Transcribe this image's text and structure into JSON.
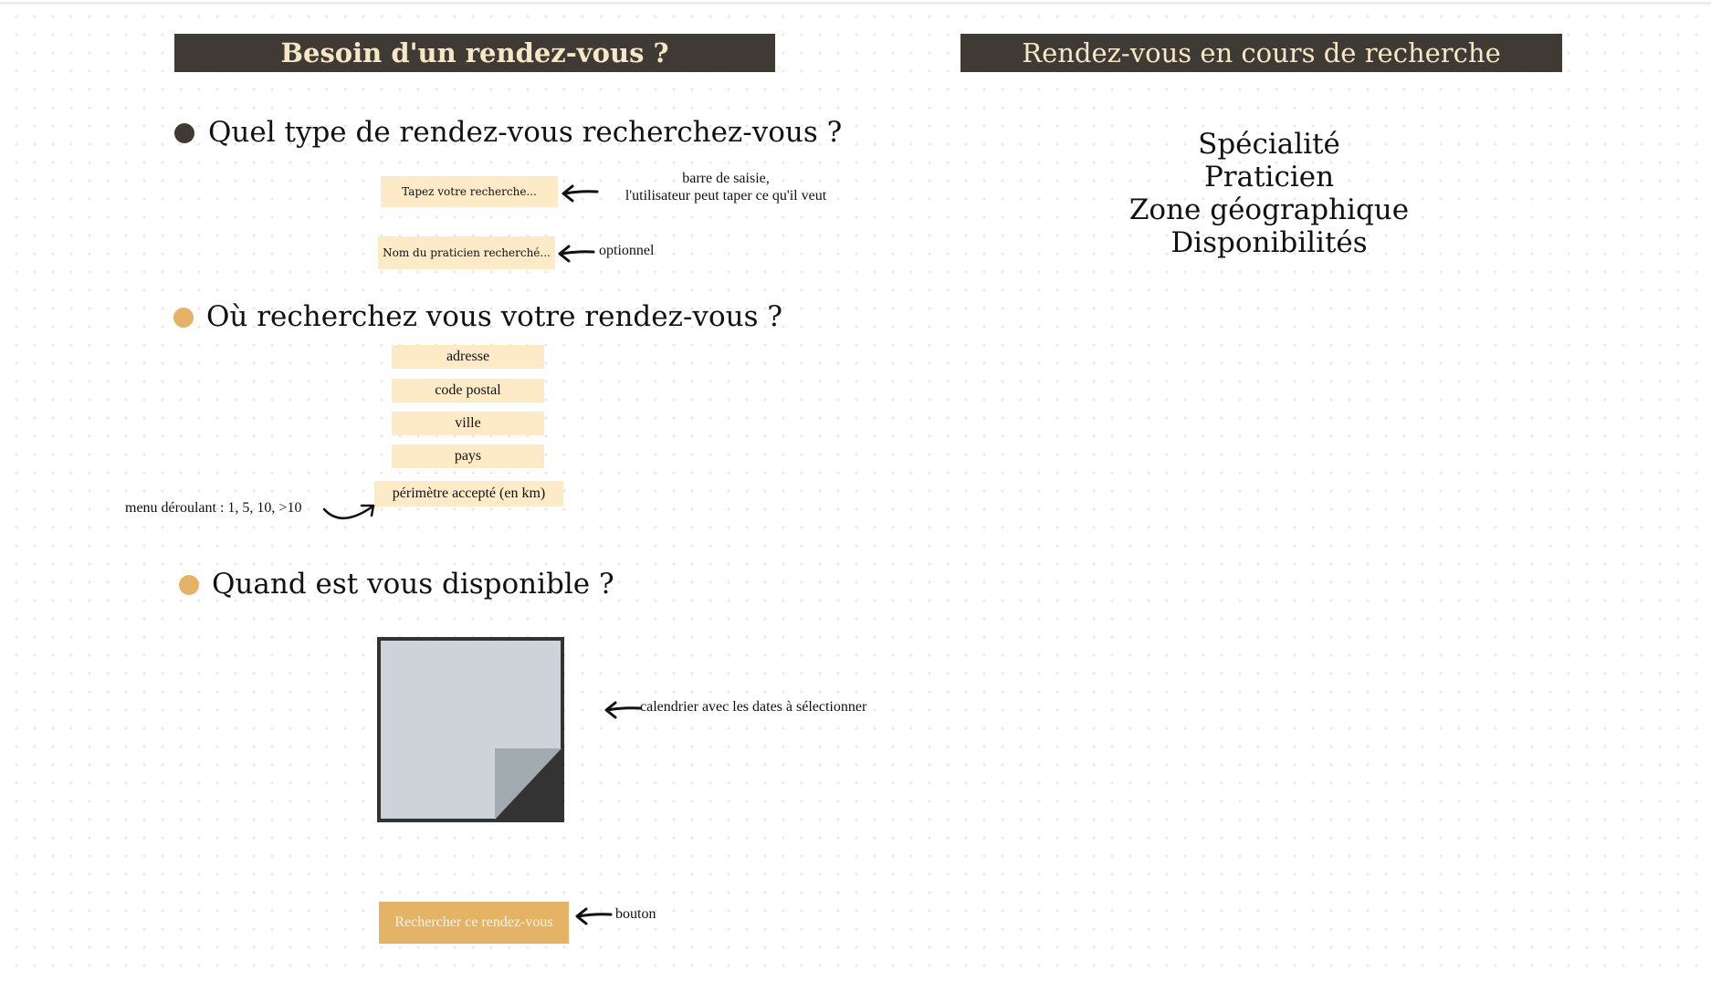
{
  "colors": {
    "header_bg": "#3f3a34",
    "header_text": "#f6e8c6",
    "field_bg": "#fdebc8",
    "bullet_dark": "#3f3a34",
    "bullet_accent": "#e4b366",
    "button_bg": "#e4b366",
    "calendar_bg": "#ced3da",
    "calendar_border": "#333333"
  },
  "left_panel": {
    "title": "Besoin d'un rendez-vous ?",
    "q1": {
      "question": "Quel type de rendez-vous recherchez-vous ?",
      "search_placeholder": "Tapez votre recherche...",
      "search_note_line1": "barre de saisie,",
      "search_note_line2": "l'utilisateur peut taper ce qu'il veut",
      "practitioner_placeholder": "Nom du praticien recherché...",
      "practitioner_note": "optionnel"
    },
    "q2": {
      "question": "Où recherchez vous votre rendez-vous ?",
      "fields": [
        "adresse",
        "code postal",
        "ville",
        "pays"
      ],
      "perimeter_label": "périmètre accepté (en km)",
      "perimeter_note": "menu déroulant : 1, 5, 10, >10"
    },
    "q3": {
      "question": "Quand est vous disponible ?",
      "calendar_icon": "calendar-icon",
      "calendar_note": "calendrier avec les dates à sélectionner"
    },
    "button": {
      "label": "Rechercher ce rendez-vous",
      "note": "bouton"
    }
  },
  "right_panel": {
    "title": "Rendez-vous en cours de recherche",
    "items": [
      "Spécialité",
      "Praticien",
      "Zone géographique",
      "Disponibilités"
    ]
  }
}
